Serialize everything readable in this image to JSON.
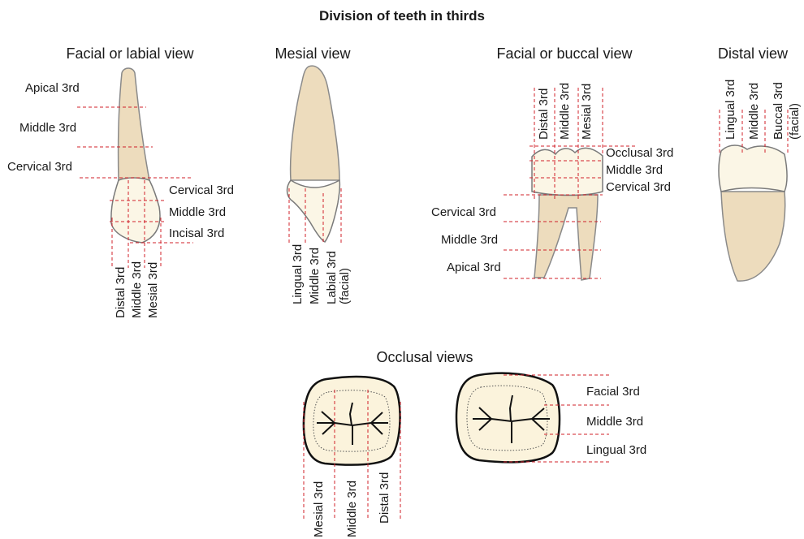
{
  "title": "Division of teeth in thirds",
  "views": {
    "facial_labial": "Facial or labial view",
    "mesial": "Mesial view",
    "facial_buccal": "Facial or buccal view",
    "distal": "Distal view",
    "occlusal": "Occlusal views"
  },
  "labels": {
    "apical_3rd": "Apical 3rd",
    "middle_3rd": "Middle 3rd",
    "cervical_3rd": "Cervical 3rd",
    "incisal_3rd": "Incisal 3rd",
    "occlusal_3rd": "Occlusal 3rd",
    "distal_3rd": "Distal 3rd",
    "mesial_3rd": "Mesial 3rd",
    "lingual_3rd": "Lingual 3rd",
    "labial_3rd": "Labial 3rd",
    "buccal_3rd": "Buccal 3rd",
    "facial_paren": "(facial)",
    "facial_3rd": "Facial 3rd"
  },
  "colors": {
    "dashed_line": "#d0202a",
    "root": "#eddcbd",
    "crown": "#fbf6e6",
    "occlusal_fill": "#fbf3dc"
  }
}
